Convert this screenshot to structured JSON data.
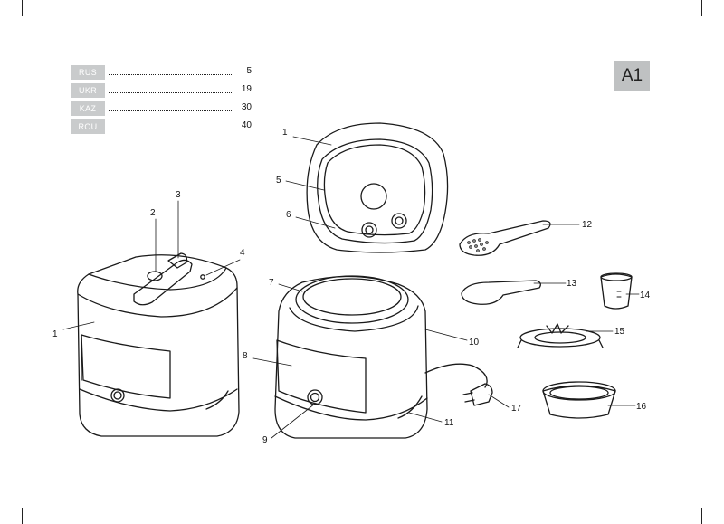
{
  "languages": [
    {
      "code": "RUS",
      "page": "5"
    },
    {
      "code": "UKR",
      "page": "19"
    },
    {
      "code": "KAZ",
      "page": "30"
    },
    {
      "code": "ROU",
      "page": "40"
    }
  ],
  "figure_id": "A1",
  "callouts": {
    "c1a": "1",
    "c2": "2",
    "c3": "3",
    "c4": "4",
    "c1b": "1",
    "c5": "5",
    "c6": "6",
    "c7": "7",
    "c8": "8",
    "c9": "9",
    "c10": "10",
    "c11": "11",
    "c12": "12",
    "c13": "13",
    "c14": "14",
    "c15": "15",
    "c16": "16",
    "c17": "17"
  }
}
